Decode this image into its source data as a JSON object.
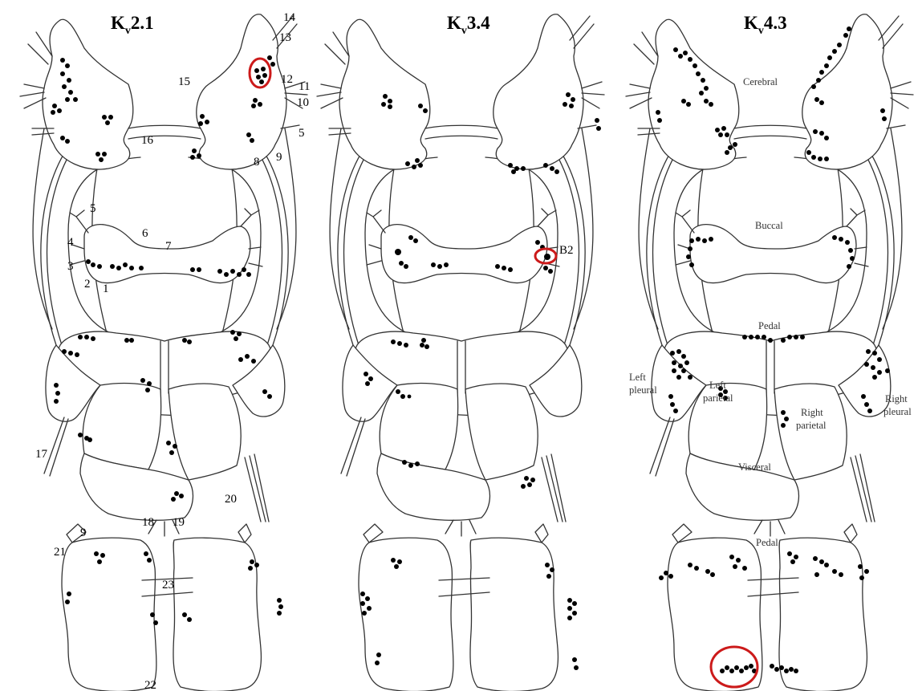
{
  "titles": [
    {
      "k": "K",
      "v": "v",
      "rest": "2.1"
    },
    {
      "k": "K",
      "v": "v",
      "rest": "3.4"
    },
    {
      "k": "K",
      "v": "v",
      "rest": "4.3"
    }
  ],
  "labels": {
    "l1": "1",
    "l2": "2",
    "l3": "3",
    "l4": "4",
    "l5a": "5",
    "l5b": "5",
    "l6": "6",
    "l7": "7",
    "l8": "8",
    "l9a": "9",
    "l9b": "9",
    "l10": "10",
    "l11": "11",
    "l12": "12",
    "l13": "13",
    "l14": "14",
    "l15": "15",
    "l16": "16",
    "l17": "17",
    "l18": "18",
    "l19": "19",
    "l20": "20",
    "l21": "21",
    "l22": "22",
    "l23": "23",
    "b2": "B2"
  },
  "regions": {
    "cerebral": "Cerebral",
    "buccal": "Buccal",
    "pedal": "Pedal",
    "left_pleural_1": "Left",
    "left_pleural_2": "pleural",
    "right_pleural_1": "Right",
    "right_pleural_2": "pleural",
    "left_parietal_1": "Left",
    "left_parietal_2": "parietal",
    "right_parietal_1": "Right",
    "right_parietal_2": "parietal",
    "visceral": "Visceral",
    "pedal_bottom": "Pedal"
  },
  "colors": {
    "outline": "#333333",
    "dot": "#000000",
    "highlight": "#cc1a1a"
  }
}
